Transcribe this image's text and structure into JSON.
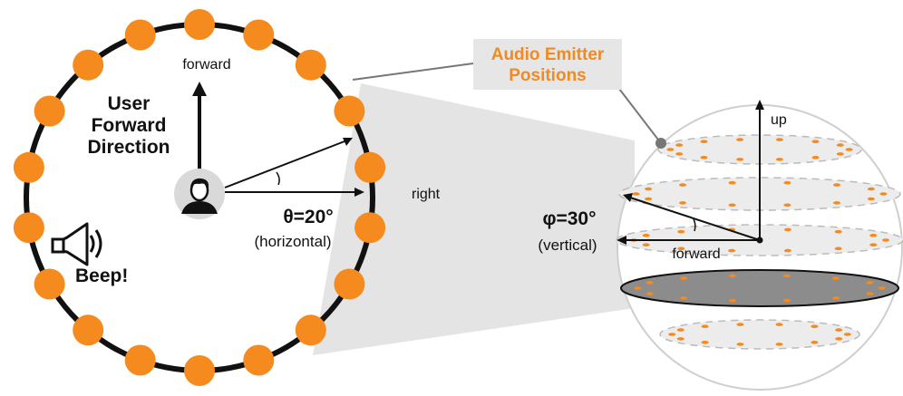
{
  "labels": {
    "forward_top": "forward",
    "user_forward": [
      "User",
      "Forward",
      "Direction"
    ],
    "right": "right",
    "theta": "θ=20°",
    "theta_sub": "(horizontal)",
    "beep": "Beep!",
    "callout": [
      "Audio Emitter",
      "Positions"
    ],
    "up": "up",
    "phi": "φ=30°",
    "phi_sub": "(vertical)",
    "forward_sphere": "forward"
  },
  "colors": {
    "emitter": "#f58a1f",
    "ring": "#111111",
    "callout_bg": "#e6e6e6",
    "callout_text": "#f08a24",
    "wedge": "#e4e4e4",
    "disc_light": "#ececec",
    "disc_dark": "#8c8c8c",
    "dot_small": "#f58a1f"
  },
  "icons": {
    "user": "user-avatar-icon",
    "speaker": "speaker-icon"
  }
}
